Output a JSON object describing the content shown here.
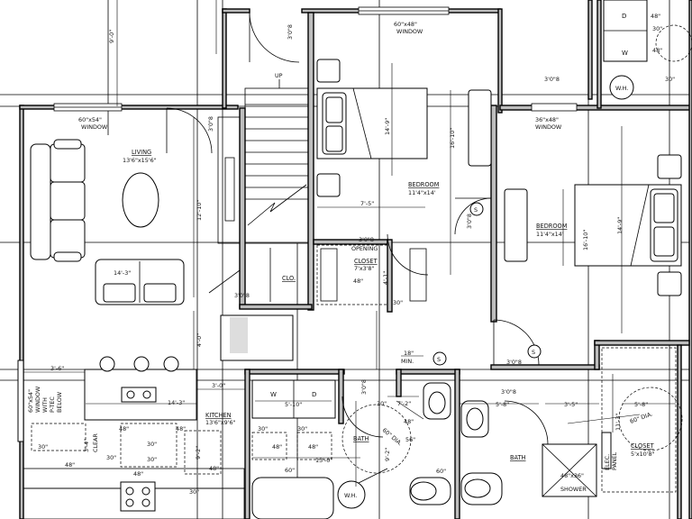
{
  "living": {
    "name": "LIVING",
    "size": "13'6\"x15'6\"",
    "window": "60\"x54\"",
    "window_word": "WINDOW",
    "dim_v1": "12'-10\"",
    "dim_v2": "4'-0\"",
    "sofa_dim": "14'-3\""
  },
  "bedroom_1": {
    "name": "BEDROOM",
    "size": "11'4\"x14'",
    "window": "60\"x48\"",
    "window_word": "WINDOW",
    "dim_v": "14'-9\"",
    "dim_v2": "16'-10\"",
    "dim_h": "7'-5\""
  },
  "bedroom_2": {
    "name": "BEDROOM",
    "size": "11'4\"x14'",
    "window": "36\"x48\"",
    "window_word": "WINDOW",
    "dim_v": "16'-10\"",
    "dim_v2": "14'-9\""
  },
  "closet_1": {
    "name": "CLOSET",
    "size": "7'x3'8\"",
    "opening": "OPENING",
    "depth": "48\"",
    "dim_v": "4'-1\"",
    "dim_h": "30\""
  },
  "closet_2": {
    "name": "CLOSET",
    "size": "5'x10'8\""
  },
  "clo": {
    "name": "CLO."
  },
  "kitchen": {
    "name": "KITCHEN",
    "size": "13'6\"x9'6\"",
    "window": "60\"x54\"",
    "window_word": "WINDOW",
    "window_note": "WITH",
    "ptac": "P-TEC",
    "below": "BELOW",
    "dim_counter": "14'-3\"",
    "dim_a": "3'-6\"",
    "dim_b": "3'-0\"",
    "clear_vert": "3'-4\"",
    "clear": "CLEAR",
    "d48a": "48\"",
    "d48b": "48\"",
    "d48c": "48\"",
    "d48d": "48\"",
    "d48e": "48\"",
    "d30a": "30\"",
    "d30b": "30\"",
    "d30c": "30\"",
    "d30d": "30\"",
    "d30e": "30\"",
    "d92": "9'-2\""
  },
  "laundry": {
    "washer": "W",
    "dryer": "D",
    "dim": "5'-10\"",
    "d30a": "30\"",
    "d30b": "30\"",
    "d48a": "48\"",
    "d48b": "48\"",
    "wh": "W.H.",
    "width": "13'-0\"",
    "d60": "60\""
  },
  "bath_1": {
    "name": "BATH",
    "dia": "60\" DIA.",
    "d30": "30\"",
    "d48": "48\"",
    "d56": "56\"",
    "d60": "60\"",
    "d92": "9'-2\"",
    "dim": "7'-2\"",
    "min": "MIN.",
    "d18": "18\""
  },
  "bath_2": {
    "name": "BATH",
    "shower": "SHOWER",
    "shower_size": "48\"x36\"",
    "dim_a": "5'-8\"",
    "dim_b": "3'-5\"",
    "dim_c": "5'-8\"",
    "dia": "60\" DIA.",
    "dim_v": "11'-3\"",
    "panel_a": "ELEC.",
    "panel_b": "PANEL"
  },
  "doors": {
    "d1": "3'0\"8",
    "d2": "3'0\"8",
    "d3": "3'0\"8",
    "d4": "3'0\"8",
    "d5": "3'0\"8",
    "d6": "3'0\"8",
    "d7": "3'0\"8",
    "d8": "3'0\"8",
    "d9": "3'0\"8"
  },
  "stairs": {
    "up": "UP"
  },
  "top_right": {
    "d": "D",
    "w": "W",
    "wh": "W.H.",
    "d48": "48\"",
    "d30": "30\"",
    "d48b": "48\"",
    "d30b": "30\""
  },
  "misc": {
    "left_dim": "9'-0\"",
    "s": "S"
  }
}
